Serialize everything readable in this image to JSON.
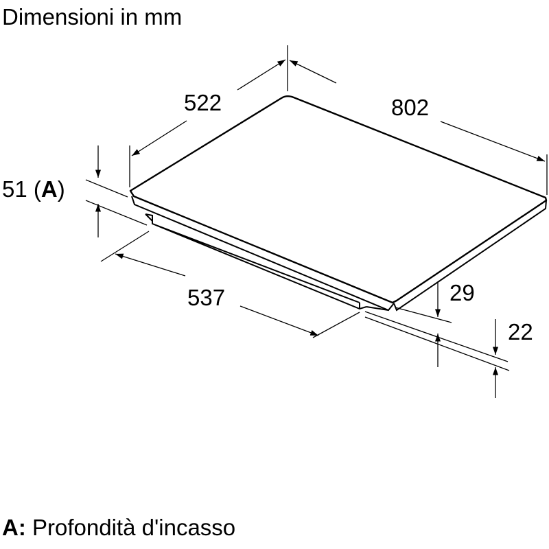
{
  "title": "Dimensioni in mm",
  "dimensions": {
    "width": "802",
    "depth": "522",
    "cutout_depth": "537",
    "a_value": "51 (",
    "a_letter": "A",
    "a_close": ")",
    "frame_height": "29",
    "lower_height": "22"
  },
  "legend": {
    "key": "A:",
    "text": "Profondità d'incasso"
  }
}
